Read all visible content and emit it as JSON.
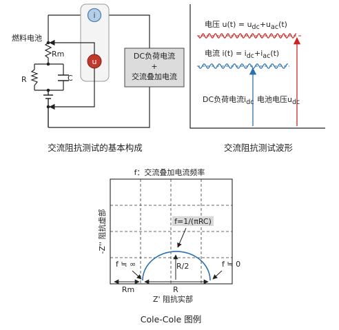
{
  "left_top": {
    "caption": "交流阻抗测试的基本构成",
    "battery_label": "燃料电池",
    "rm_label": "Rm",
    "r_label": "R",
    "c_label": "C",
    "ammeter_symbol": "i",
    "voltmeter_symbol": "u",
    "box_line1": "DC负荷电流",
    "box_line2": "+",
    "box_line3": "交流叠加电流",
    "colors": {
      "ammeter_fill": "#b7cde4",
      "ammeter_border": "#4a7fb5",
      "voltmeter_fill": "#c0392b",
      "box_fill": "#dcdcdc"
    }
  },
  "right_top": {
    "caption": "交流阻抗测试波形",
    "voltage_label": "电压 u(t) = u",
    "voltage_sub1": "dc",
    "voltage_plus": "+u",
    "voltage_sub2": "ac",
    "voltage_tail": "(t)",
    "current_label": "电流 i(t) = i",
    "current_sub1": "dc",
    "current_plus": "+i",
    "current_sub2": "ac",
    "current_tail": "(t)",
    "dc_current_label": "DC负荷电流i",
    "dc_current_sub": "dc",
    "battery_voltage_label": "电池电压u",
    "battery_voltage_sub": "dc",
    "colors": {
      "voltage": "#cc2222",
      "current": "#2a6fb0"
    }
  },
  "bottom": {
    "caption": "Cole-Cole 图例",
    "title": "f：交流叠加电流频率",
    "y_axis_label": "-Z'' 阻抗虚部",
    "x_axis_label": "Z' 阻抗实部",
    "f_label": "f=1/(πRC)",
    "r_half_label": "R/2",
    "r_label": "R",
    "rm_label": "Rm",
    "f_inf_label": "f ≒ ∞",
    "f_zero_label": "f ≒ 0",
    "colors": {
      "arc": "#2a6fb0",
      "label_box": "#d9d9d9"
    }
  },
  "chart_data": {
    "type": "line",
    "title": "f：交流叠加电流频率",
    "xlabel": "Z' 阻抗实部",
    "ylabel": "-Z'' 阻抗虚部",
    "series": [
      {
        "values": []
      }
    ],
    "annotations": [
      "f=1/(πRC)",
      "R/2",
      "R",
      "Rm",
      "f ≒ ∞",
      "f ≒ 0"
    ],
    "grid": true
  }
}
